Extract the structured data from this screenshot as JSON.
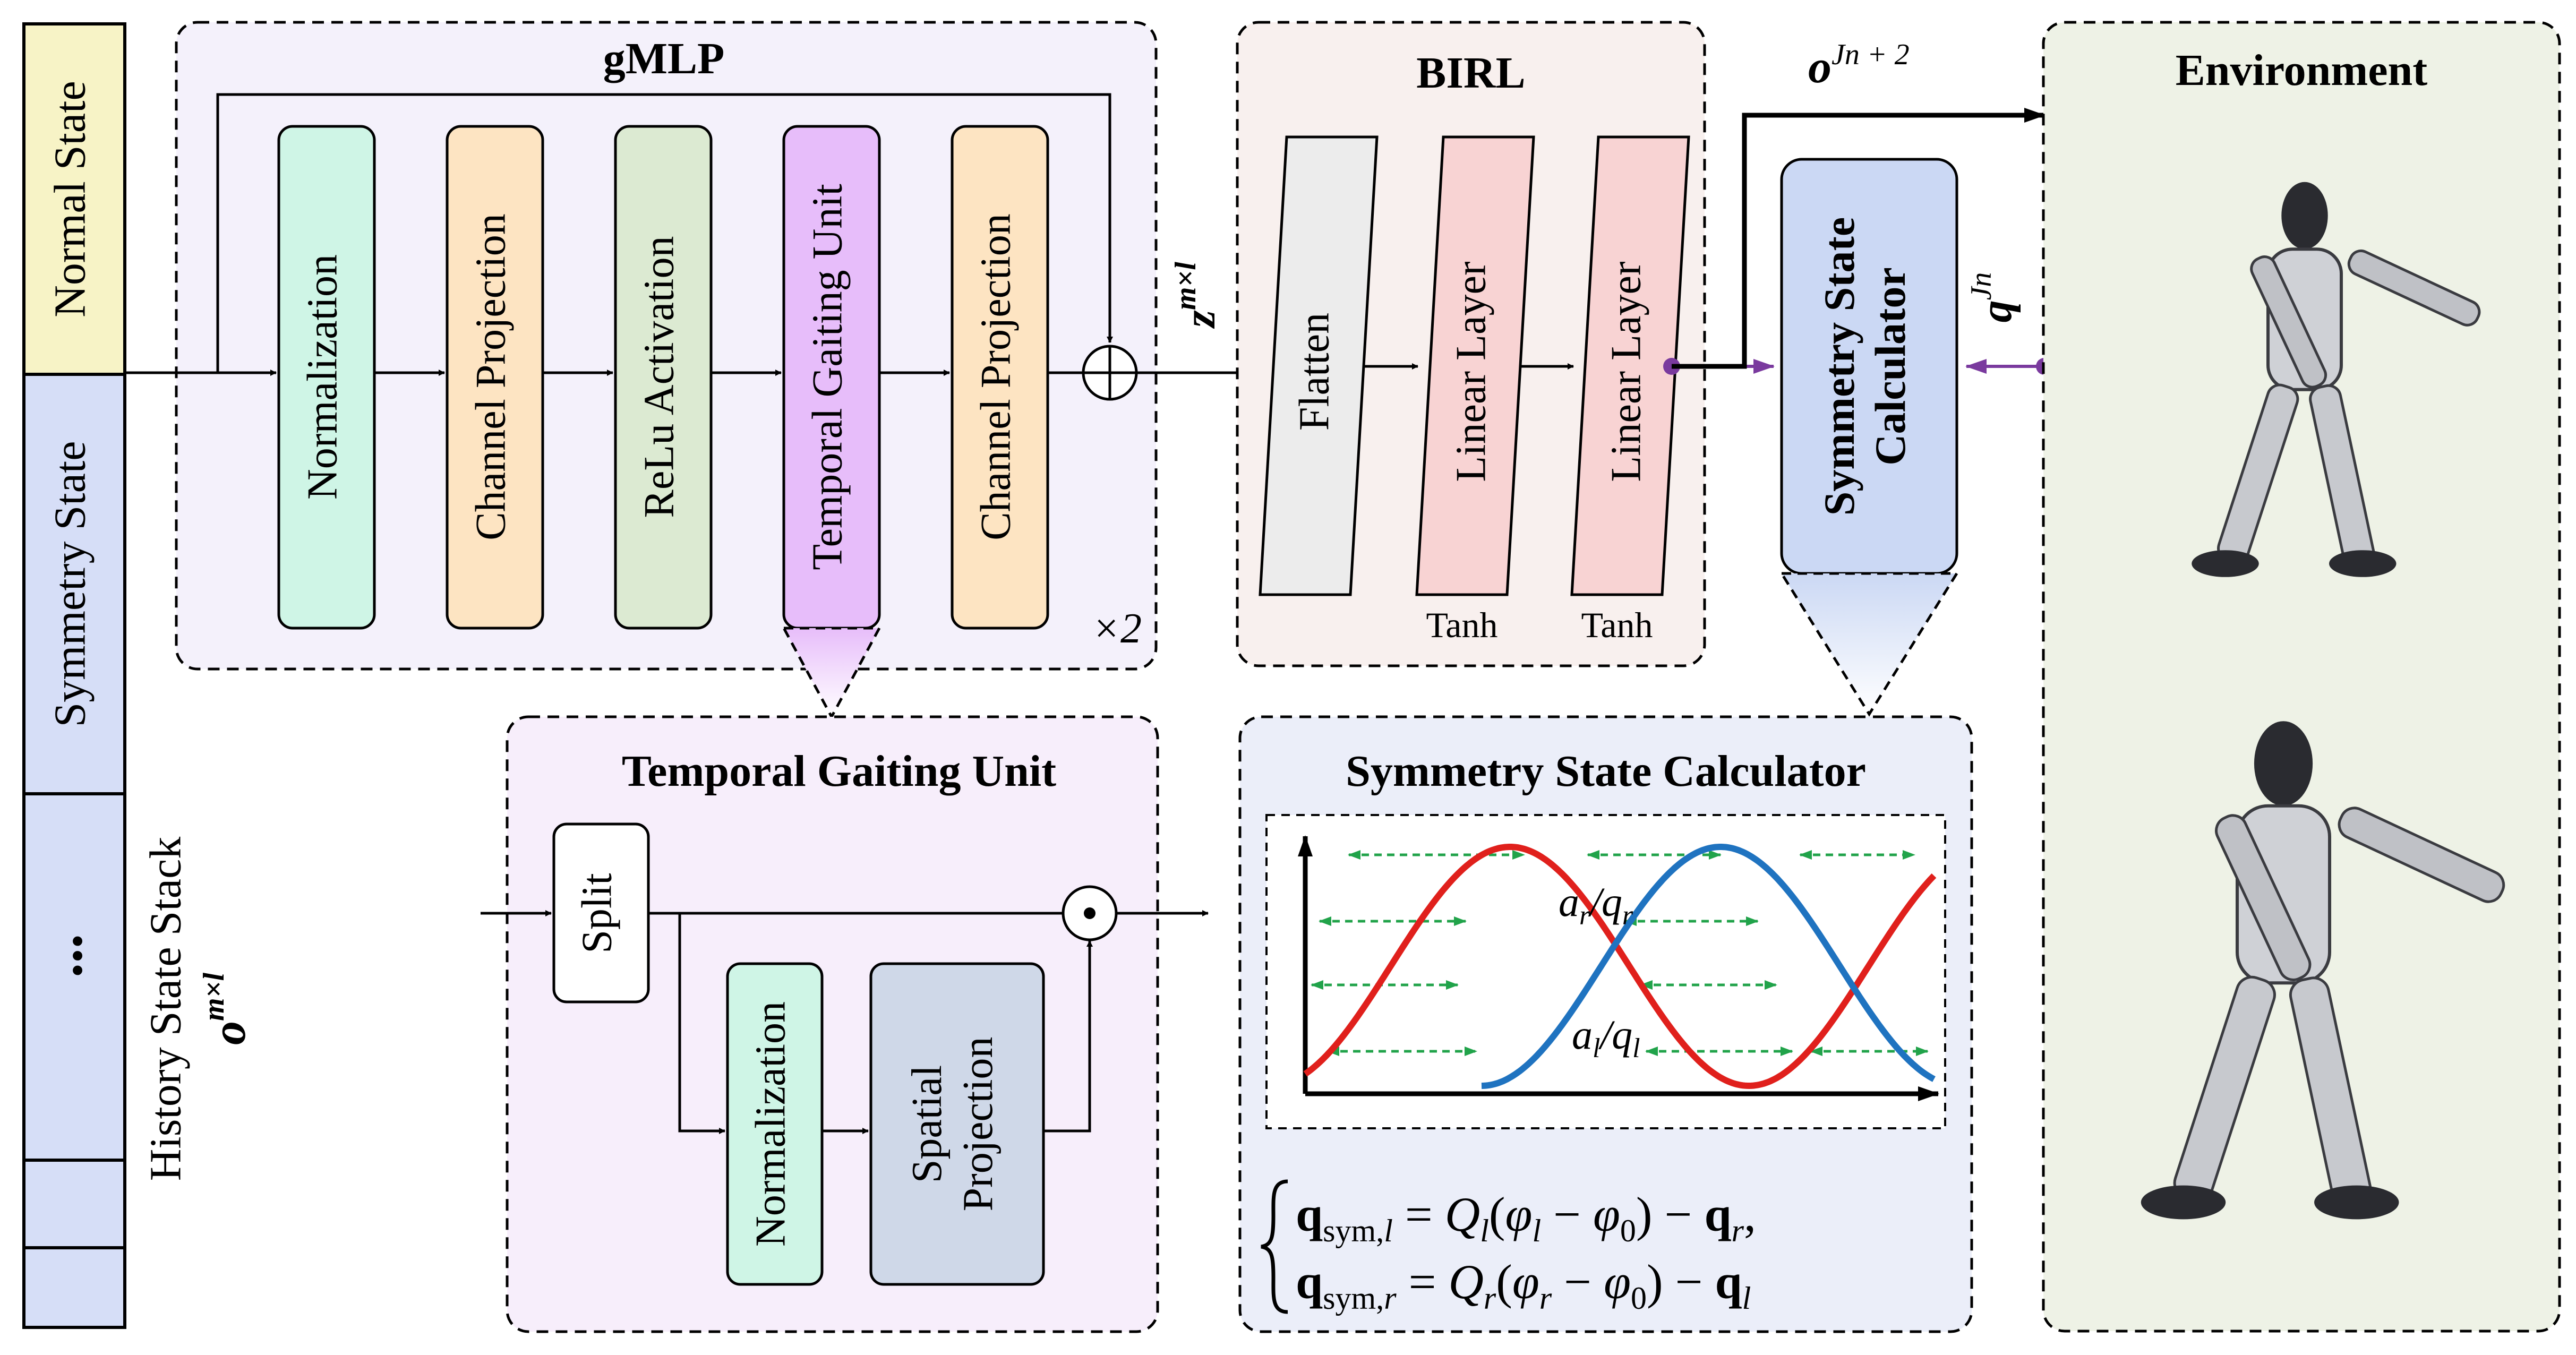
{
  "state_stack": {
    "normal_state": "Normal State",
    "symmetry_state": "Symmetry State",
    "ellipsis": "...",
    "caption": "History State Stack",
    "symbol": "o",
    "symbol_sup": "m×l"
  },
  "gmlp": {
    "title": "gMLP",
    "blocks": [
      "Normalization",
      "Channel Projection",
      "ReLu Activation",
      "Temporal Gaiting Unit",
      "Channel Projection"
    ],
    "repeat": "×2",
    "output_symbol": "z",
    "output_sup": "m×l"
  },
  "birl": {
    "title": "BIRL",
    "blocks": [
      "Flatten",
      "Linear Layer",
      "Linear Layer"
    ],
    "activations": [
      "Tanh",
      "Tanh"
    ]
  },
  "env_output": {
    "symbol": "o",
    "sup": "Jn + 2"
  },
  "sym_calc_box": {
    "line1": "Symmetry State",
    "line2": "Calculator",
    "q_symbol": "q",
    "q_sup": "Jn"
  },
  "environment": {
    "title": "Environment"
  },
  "tgu": {
    "title": "Temporal Gaiting Unit",
    "split": "Split",
    "normalization": "Normalization",
    "spatial_line1": "Spatial",
    "spatial_line2": "Projection"
  },
  "ssc": {
    "title": "Symmetry State Calculator",
    "label_right": "a_r/q_r",
    "label_left": "a_l/q_l",
    "eq1": "q_sym,l = Q_l(φ_l − φ_0) − q_r,",
    "eq2": "q_sym,r = Q_r(φ_r − φ_0) − q_l"
  },
  "colors": {
    "gmlp_bg": "#f4f1fb",
    "birl_bg": "#f8f0ee",
    "env_bg": "#eef2e6",
    "tgu_bg": "#f7eefb",
    "ssc_bg": "#ebeef9",
    "normal_state": "#f7f3c6",
    "symmetry_state": "#d6def7",
    "normalization": "#cff5e6",
    "channel_projection": "#fde4c2",
    "relu": "#dcead2",
    "tgu_block": "#e7bdfa",
    "flatten": "#ececec",
    "linear": "#f8d3d3",
    "sym_calc": "#cbd8f4",
    "spatial": "#cfd8e8",
    "left_wave": "#e0201c",
    "right_wave": "#1f73c0",
    "guide_arrows": "#21a34a",
    "purple_link": "#7a3a9e"
  }
}
